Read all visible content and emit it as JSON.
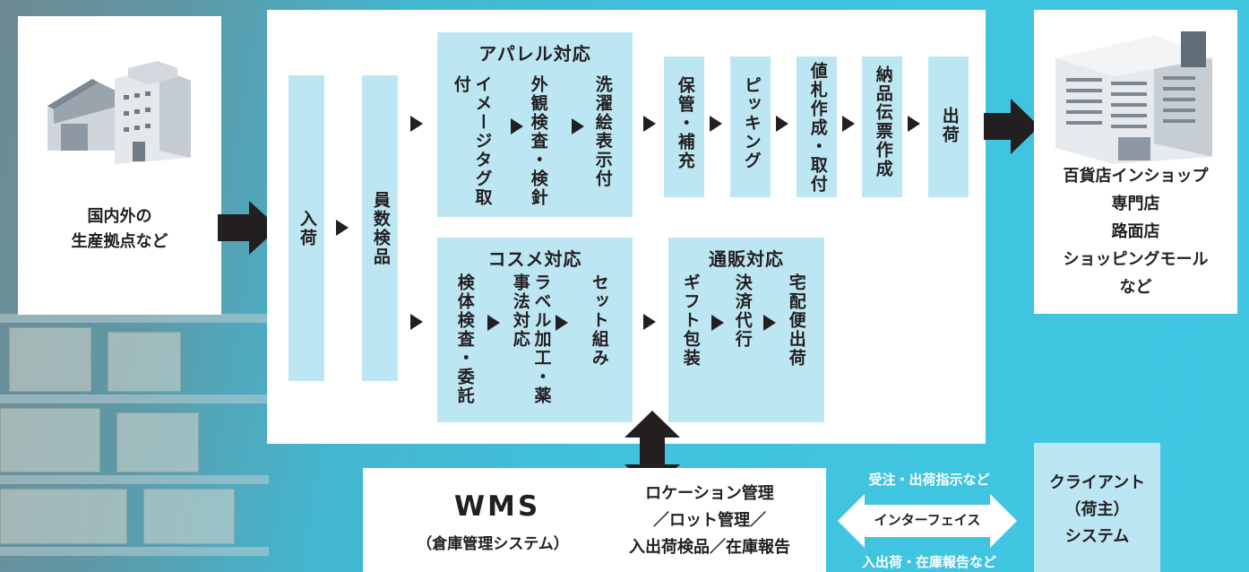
{
  "source": {
    "label": [
      "国内外の",
      "生産拠点など"
    ]
  },
  "flow": {
    "nyuka": "入荷",
    "inkazu": "員数検品",
    "apparel": {
      "title": "アパレル対応",
      "steps": [
        "イメージタグ取付",
        "外観検査・検針",
        "洗濯絵表示付"
      ]
    },
    "apparel_chain": [
      "保管・補充",
      "ピッキング",
      "値札作成・取付",
      "納品伝票作成",
      "出荷"
    ],
    "cosme": {
      "title": "コスメ対応",
      "steps": [
        "検体検査・委託",
        "ラベル加工・薬事法対応",
        "セット組み"
      ]
    },
    "tsuhan": {
      "title": "通販対応",
      "steps": [
        "ギフト包装",
        "決済代行",
        "宅配便出荷"
      ]
    }
  },
  "destination": {
    "label": [
      "百貨店インショップ",
      "専門店",
      "路面店",
      "ショッピングモール",
      "など"
    ]
  },
  "wms": {
    "name": "WMS",
    "subtitle": "（倉庫管理システム）",
    "functions": [
      "ロケーション管理",
      "／ロット管理／",
      "入出荷検品／在庫報告"
    ]
  },
  "interface": {
    "top": "受注・出荷指示など",
    "center": "インターフェイス",
    "bottom": "入出荷・在庫報告など"
  },
  "client": {
    "label": [
      "クライアント",
      "（荷主）",
      "システム"
    ]
  },
  "colors": {
    "background": "#41c7e2",
    "panel": "#ffffff",
    "step_box": "#bde6f3",
    "arrow": "#231f20"
  },
  "icons": [
    "factory-building-icon",
    "department-store-icon"
  ]
}
